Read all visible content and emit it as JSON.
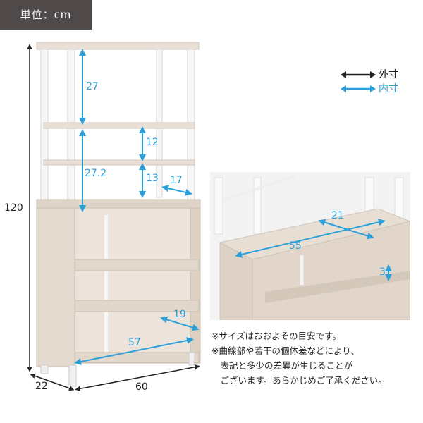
{
  "legend": {
    "unit_label": "単位：cm",
    "outer_label": "外寸",
    "inner_label": "内寸"
  },
  "colors": {
    "inner_dimension": "#2b9fd8",
    "outer_dimension": "#222222",
    "badge_background": "#504a4a",
    "wood": "#e3d9cf",
    "frame": "#f4f4f4"
  },
  "dimensions": {
    "outer": {
      "height": "120",
      "depth": "22",
      "width": "60"
    },
    "inner": {
      "top_shelf_height": "27",
      "upper_gap_12": "12",
      "middle_shelf_height": "27.2",
      "upper_gap_13": "13",
      "upper_depth": "17",
      "cabinet_depth": "19",
      "cabinet_width": "57",
      "detail_depth": "21",
      "detail_width": "55",
      "detail_step": "3"
    }
  },
  "notes": [
    "※サイズはおおよその目安です。",
    "※曲線部や若干の個体差などにより、",
    "　表記と多少の差異が生じることが",
    "　ございます。あらかじめご了承ください。"
  ]
}
